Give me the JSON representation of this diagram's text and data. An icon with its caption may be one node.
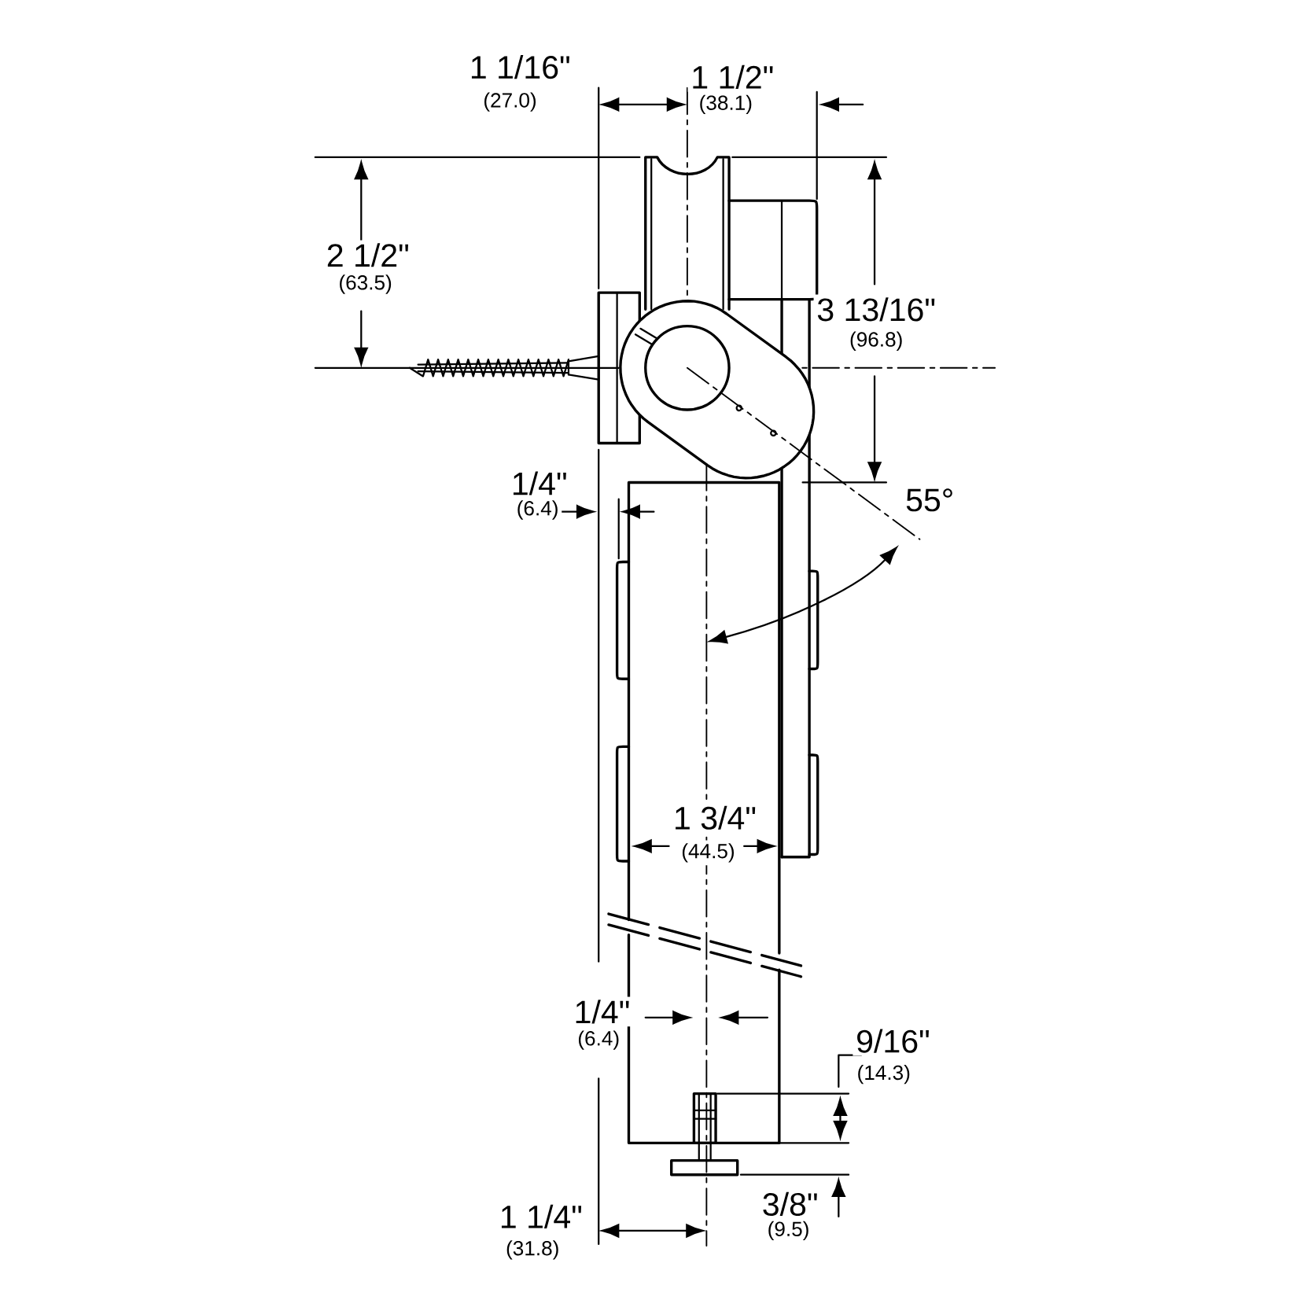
{
  "diagram": {
    "labels": [
      "1 1/16\"",
      "(27.0)",
      "1 1/2\"",
      "(38.1)",
      "2 1/2\"",
      "(63.5)",
      "3 13/16\"",
      "(96.8)",
      "1/4\"",
      "(6.4)",
      "55°",
      "1 3/4\"",
      "(44.5)",
      "1/4\"",
      "(6.4)",
      "9/16\"",
      "(14.3)",
      "3/8\"",
      "(9.5)",
      "1 1/4\"",
      "(31.8)"
    ]
  }
}
